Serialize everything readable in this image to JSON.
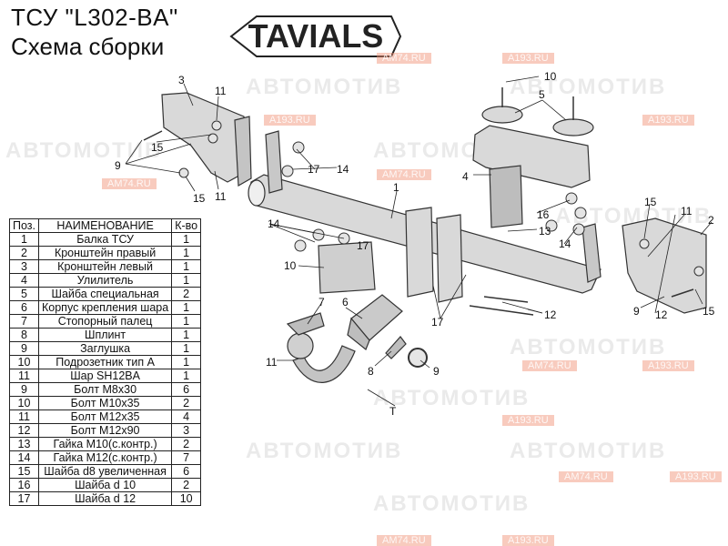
{
  "header": {
    "title": "ТСУ  \"L302-BA\"",
    "subtitle": "Схема сборки",
    "brand": "TAVIALS"
  },
  "watermarks": {
    "brand": "АВТОМОТИВ",
    "site_a": "AM74.RU",
    "site_b": "A193.RU"
  },
  "table": {
    "headers": [
      "Поз.",
      "НАИМЕНОВАНИЕ",
      "К-во"
    ],
    "rows": [
      [
        "1",
        "Балка ТСУ",
        "1"
      ],
      [
        "2",
        "Кронштейн правый",
        "1"
      ],
      [
        "3",
        "Кронштейн левый",
        "1"
      ],
      [
        "4",
        "Улилитель",
        "1"
      ],
      [
        "5",
        "Шайба специальная",
        "2"
      ],
      [
        "6",
        "Корпус крепления шара",
        "1"
      ],
      [
        "7",
        "Стопорный палец",
        "1"
      ],
      [
        "8",
        "Шплинт",
        "1"
      ],
      [
        "9",
        "Заглушка",
        "1"
      ],
      [
        "10",
        "Подрозетник тип А",
        "1"
      ],
      [
        "11",
        "Шар SH12BA",
        "1"
      ],
      [
        "9",
        "Болт М8х30",
        "6"
      ],
      [
        "10",
        "Болт М10х35",
        "2"
      ],
      [
        "11",
        "Болт М12х35",
        "4"
      ],
      [
        "12",
        "Болт М12х90",
        "3"
      ],
      [
        "13",
        "Гайка М10(с.контр.)",
        "2"
      ],
      [
        "14",
        "Гайка М12(с.контр.)",
        "7"
      ],
      [
        "15",
        "Шайба d8 увеличенная",
        "6"
      ],
      [
        "16",
        "Шайба d 10",
        "2"
      ],
      [
        "17",
        "Шайба d 12",
        "10"
      ]
    ]
  },
  "callouts": [
    "3",
    "11",
    "15",
    "9",
    "15",
    "11",
    "10",
    "5",
    "4",
    "1",
    "17",
    "14",
    "16",
    "13",
    "15",
    "11",
    "2",
    "14",
    "17",
    "10",
    "7",
    "6",
    "12",
    "17",
    "14",
    "15",
    "9",
    "11",
    "8",
    "9",
    "T",
    "12"
  ],
  "colors": {
    "part_fill": "#d9d9d9",
    "part_stroke": "#333333",
    "watermark_accent": "#f08c6e"
  }
}
